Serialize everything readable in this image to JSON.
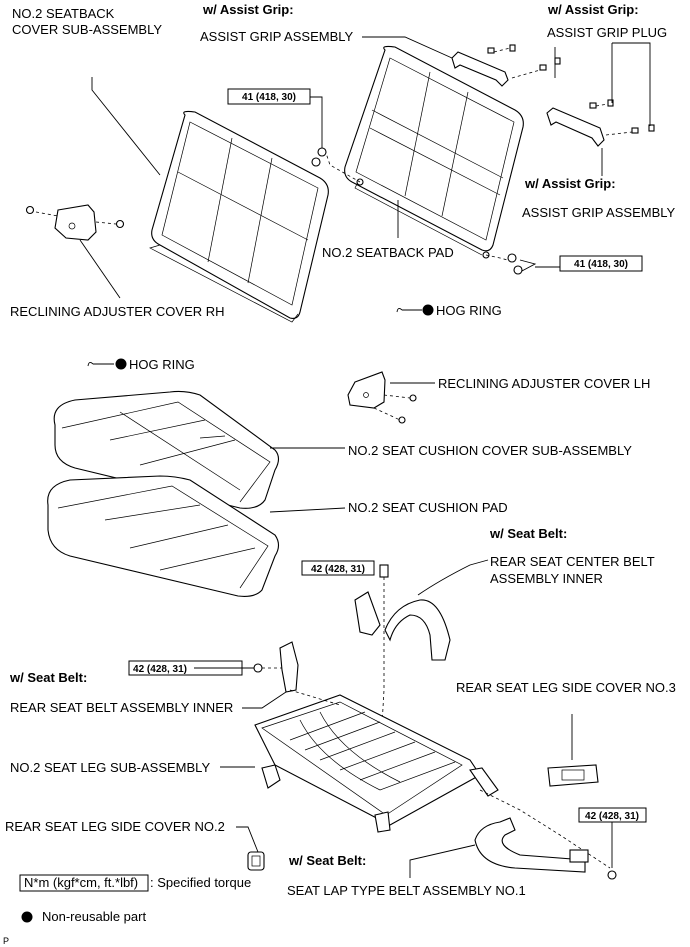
{
  "labels": {
    "seatback_cover_1": "NO.2 SEATBACK",
    "seatback_cover_2": "COVER SUB-ASSEMBLY",
    "assist_grip_cond_1": "w/ Assist Grip:",
    "assist_grip_assy_1": "ASSIST GRIP ASSEMBLY",
    "assist_grip_cond_2": "w/ Assist Grip:",
    "assist_grip_plug": "ASSIST GRIP PLUG",
    "assist_grip_cond_3": "w/ Assist Grip:",
    "assist_grip_assy_2": "ASSIST GRIP ASSEMBLY",
    "seatback_pad": "NO.2 SEATBACK PAD",
    "recl_cover_rh": "RECLINING ADJUSTER COVER RH",
    "hog_ring_1": "HOG RING",
    "hog_ring_2": "HOG RING",
    "recl_cover_lh": "RECLINING ADJUSTER COVER LH",
    "cushion_cover": "NO.2 SEAT CUSHION COVER SUB-ASSEMBLY",
    "cushion_pad": "NO.2 SEAT CUSHION PAD",
    "seat_belt_cond_1": "w/ Seat Belt:",
    "center_belt_1": "REAR SEAT CENTER BELT",
    "center_belt_2": "ASSEMBLY INNER",
    "seat_belt_cond_2": "w/ Seat Belt:",
    "belt_inner": "REAR SEAT BELT ASSEMBLY INNER",
    "leg_cover_3": "REAR SEAT LEG SIDE COVER NO.3",
    "seat_leg": "NO.2 SEAT LEG SUB-ASSEMBLY",
    "leg_cover_2": "REAR SEAT LEG SIDE COVER NO.2",
    "seat_belt_cond_3": "w/ Seat Belt:",
    "lap_belt": "SEAT LAP TYPE BELT ASSEMBLY NO.1"
  },
  "torque": {
    "t1": "41 (418, 30)",
    "t2": "41 (418, 30)",
    "t3": "42 (428, 31)",
    "t4": "42 (428, 31)",
    "t5": "42 (428, 31)"
  },
  "legend": {
    "torque_unit": "N*m (kgf*cm, ft.*lbf)",
    "torque_desc": ": Specified torque",
    "nonreusable": "Non-reusable part"
  },
  "footer": {
    "code": "P"
  }
}
